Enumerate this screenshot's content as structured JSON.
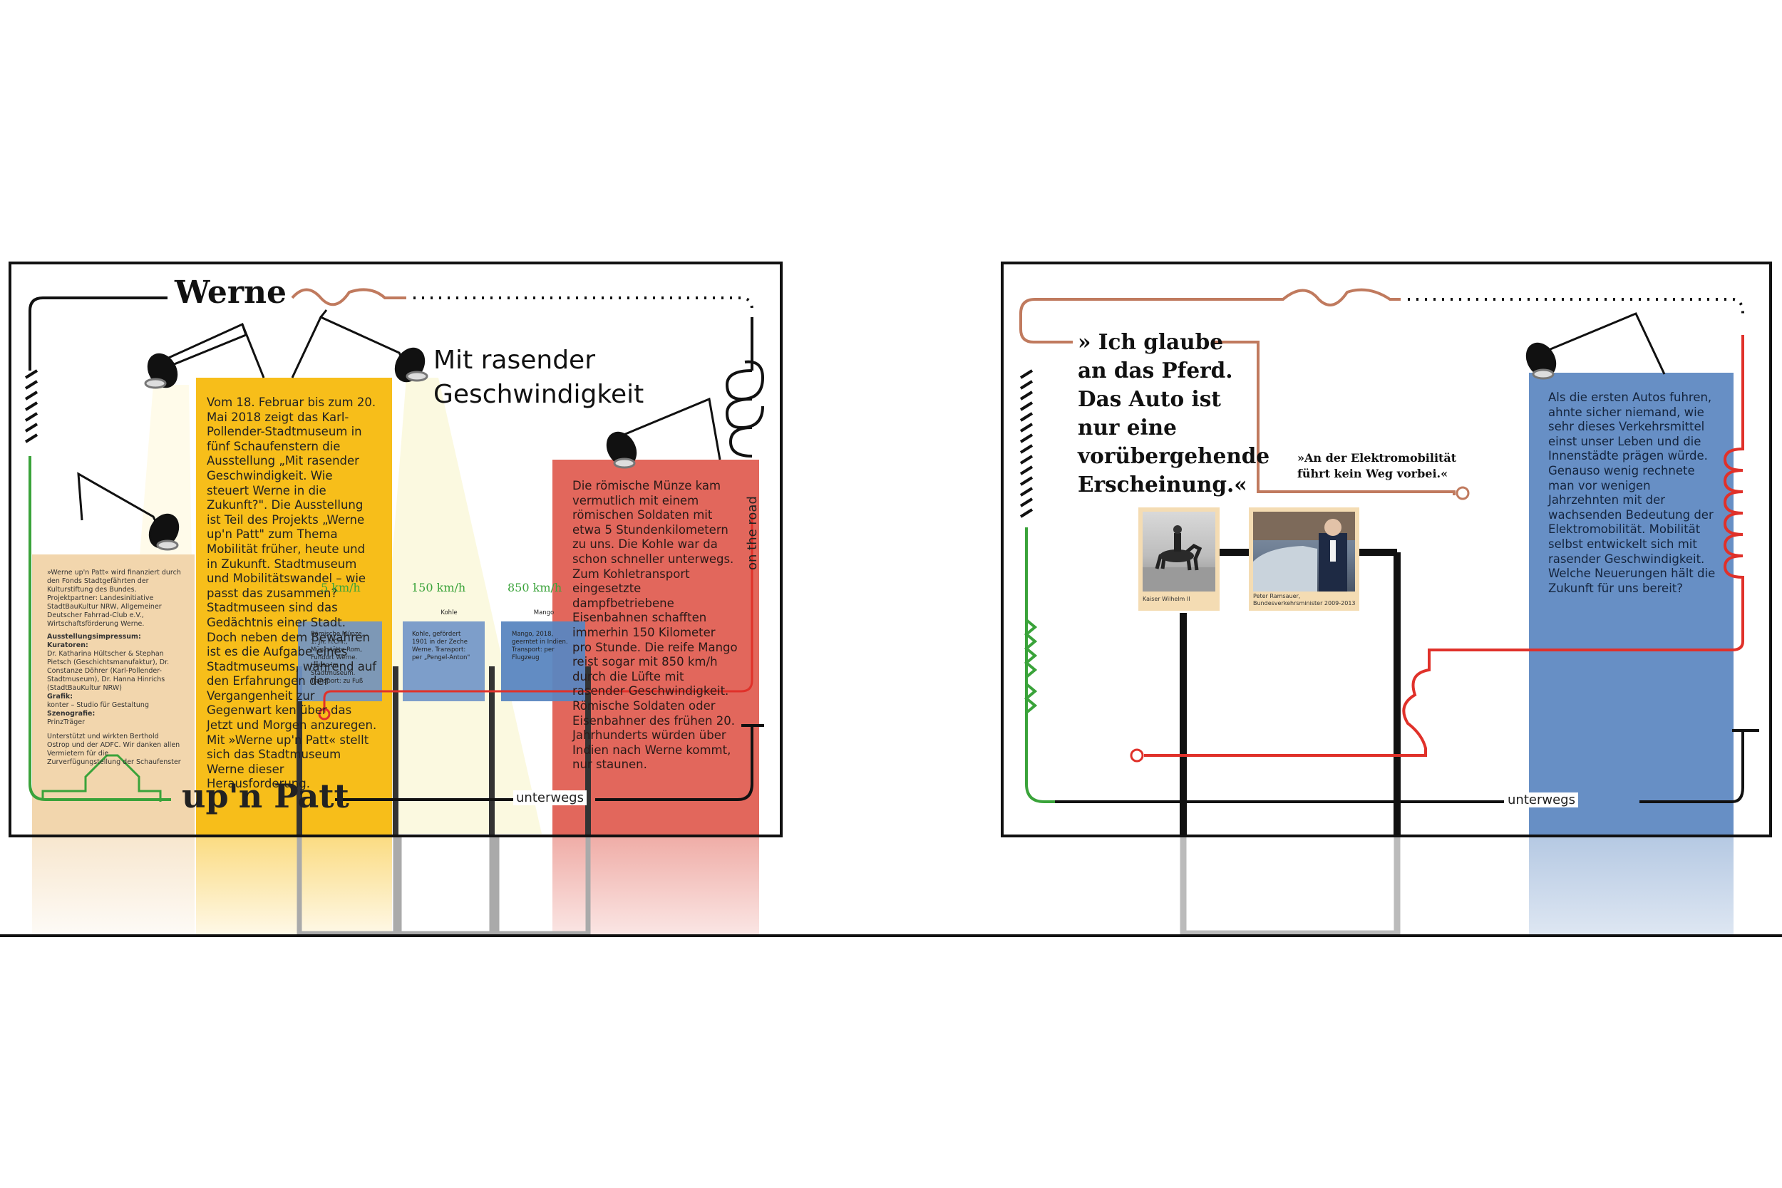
{
  "left_panel": {
    "title_top": "Werne",
    "title_bottom": "up'n Patt",
    "headline_line1": "Mit rasender",
    "headline_line2": "Geschwindigkeit",
    "vertical_label": "on the road",
    "bottom_label": "unterwegs",
    "intro_text": "Vom 18. Februar bis zum 20. Mai 2018 zeigt das Karl-Pollender-Stadtmuseum in fünf Schaufenstern die Ausstellung „Mit rasender Geschwindigkeit. Wie steuert Werne in die Zukunft?\". Die Ausstellung ist Teil des Projekts „Werne up'n Patt\" zum Thema Mobilität früher, heute und in Zukunft. Stadtmuseum und Mobilitätswandel – wie passt das zusammen? Stadtmuseen sind das Gedächtnis einer Stadt. Doch neben dem Bewahren ist es die Aufgabe eines Stadtmuseums, während auf den Erfahrungen der Vergangenheit zur Gegenwart ken über das Jetzt und Morgen anzuregen. Mit »Werne up'n Patt« stellt sich das Stadtmuseum Werne dieser Herausforderung.",
    "red_text": "Die römische Münze kam vermutlich mit einem römischen Soldaten mit etwa 5 Stundenkilometern zu uns. Die Kohle war da schon schneller unterwegs. Zum Kohletransport eingesetzte dampfbetriebene Eisenbahnen schafften immerhin 150 Kilometer pro Stunde. Die reife Mango reist sogar mit 850 km/h durch die Lüfte mit rasender Geschwindigkeit. Römische Soldaten oder Eisenbahner des frühen 20. Jahrhunderts würden über Indien nach Werne kommt, nur staunen.",
    "credits_intro": "»Werne up'n Patt« wird finanziert durch den Fonds Stadtgefährten der Kulturstiftung des Bundes. Projektpartner: Landesinitiative StadtBauKultur NRW, Allgemeiner Deutscher Fahrrad-Club e.V., Wirtschaftsförderung Werne.",
    "credits_head": "Ausstellungsimpressum:",
    "credits_kur_head": "Kuratoren:",
    "credits_kur": "Dr. Katharina Hültscher & Stephan Pietsch (Geschichtsmanufaktur), Dr. Constanze Döhrer (Karl-Pollender-Stadtmuseum), Dr. Hanna Hinrichs (StadtBauKultur NRW)",
    "credits_grafik_head": "Grafik:",
    "credits_grafik": "konter – Studio für Gestaltung",
    "credits_szeno_head": "Szenografie:",
    "credits_szeno": "PrinzTräger",
    "credits_thanks": "Unterstützt und wirkten Berthold Ostrop und der ADFC. Wir danken allen Vermietern für die Zurverfügungstellung der Schaufenster",
    "speeds": [
      "5 km/h",
      "150 km/h",
      "850 km/h"
    ],
    "vitrines": [
      {
        "title": "",
        "text": "Römische Münze, 1. Jh. n.Chr., Münzstätte Rom, Fundort Werne. Heute im Stadtmuseum. Transport: zu Fuß"
      },
      {
        "title": "Kohle",
        "text": "Kohle, gefördert 1901 in der Zeche Werne. Transport: per „Pengel-Anton\""
      },
      {
        "title": "Mango",
        "text": "Mango, 2018, geerntet in Indien. Transport: per Flugzeug"
      }
    ]
  },
  "right_panel": {
    "quote_big": "» Ich glaube\nan das Pferd.\nDas Auto ist\nnur eine\nvorübergehende\nErscheinung.«",
    "quote_small": "»An der Elektromobilität\nführt kein Weg vorbei.«",
    "photo1_caption": "Kaiser Wilhelm II",
    "photo2_caption": "Peter Ramsauer, Bundesverkehrsminister 2009-2013",
    "blue_text": "Als die ersten Autos fuhren, ahnte sicher niemand, wie sehr dieses Verkehrsmittel einst unser Leben und die Innenstädte prägen würde. Genauso wenig rechnete man vor wenigen Jahrzehnten mit der wachsenden Bedeutung der Elektromobilität. Mobilität selbst entwickelt sich mit rasender Geschwindigkeit. Welche Neuerungen hält die Zukunft für uns bereit?",
    "bottom_label": "unterwegs"
  },
  "colors": {
    "yellow": "#f7be1a",
    "red": "#e05a4e",
    "blue": "#5a86c0",
    "wood": "#f2d6ad",
    "green": "#3aa33a",
    "brown": "#c07a5e",
    "line_red": "#e0312a"
  }
}
